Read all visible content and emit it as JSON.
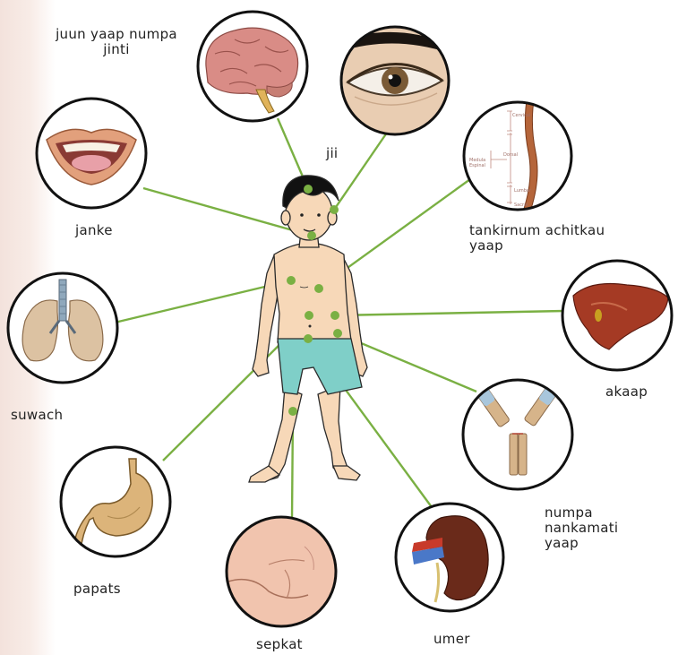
{
  "organs": [
    {
      "id": "brain",
      "label_lines": [
        "juun yaap numpa",
        "jinti"
      ]
    },
    {
      "id": "eye",
      "label_lines": [
        "jii"
      ]
    },
    {
      "id": "mouth",
      "label_lines": [
        "janke"
      ]
    },
    {
      "id": "spine",
      "label_lines": [
        "tankirnum achitkau",
        "yaap"
      ]
    },
    {
      "id": "lungs",
      "label_lines": [
        "suwach"
      ]
    },
    {
      "id": "liver",
      "label_lines": [
        "akaap"
      ]
    },
    {
      "id": "antibody",
      "label_lines": [
        "numpa",
        "nankamati",
        "yaap"
      ]
    },
    {
      "id": "stomach",
      "label_lines": [
        "papats"
      ]
    },
    {
      "id": "skin",
      "label_lines": [
        "sepkat"
      ]
    },
    {
      "id": "kidney",
      "label_lines": [
        "umer"
      ]
    }
  ],
  "spine_inset_text": [
    "Cervical",
    "Dorsal",
    "Lumbar",
    "Sacral",
    "Medula",
    "Espinal"
  ],
  "colors": {
    "connector": "#7ab043",
    "ring": "#111111",
    "skin": "#f7d8b8",
    "shorts": "#7fcfc8",
    "hair": "#111111"
  }
}
